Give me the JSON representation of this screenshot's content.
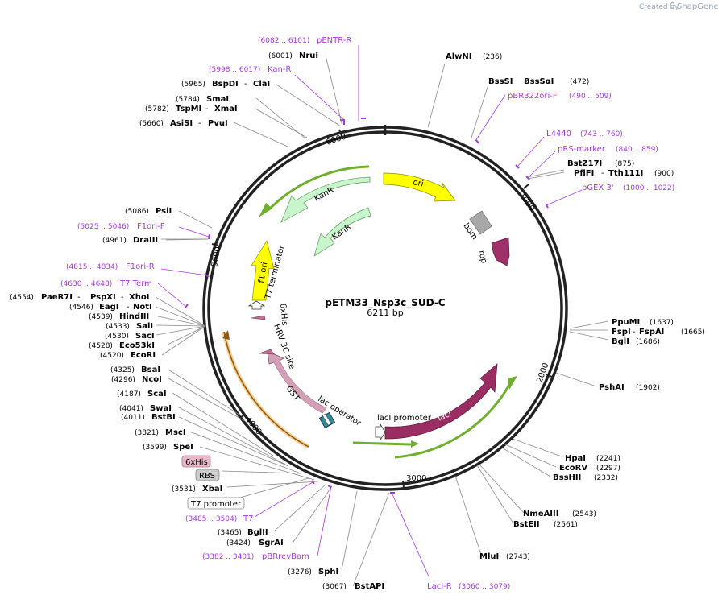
{
  "brand": {
    "created_by": "Created by",
    "app": "SnapGene"
  },
  "plasmid": {
    "name": "pETM33_Nsp3c_SUD-C",
    "size_label": "6211 bp",
    "length": 6211
  },
  "ruler_ticks": [
    {
      "pos": 1000,
      "label": "1000"
    },
    {
      "pos": 2000,
      "label": "2000"
    },
    {
      "pos": 3000,
      "label": "3000"
    },
    {
      "pos": 4000,
      "label": "4000"
    },
    {
      "pos": 5000,
      "label": "5000"
    },
    {
      "pos": 6000,
      "label": "6000"
    }
  ],
  "features": [
    {
      "name": "ori",
      "color": "#ffff00",
      "dir": "cw",
      "label": "ori"
    },
    {
      "name": "KanR",
      "color": "#c8f5cb",
      "dir": "ccw",
      "label": "KanR"
    },
    {
      "name": "KanR2",
      "color": "#c8f5cb",
      "dir": "ccw",
      "label": "KanR"
    },
    {
      "name": "f1 ori",
      "color": "#ffff00",
      "dir": "cw",
      "label": "f1 ori"
    },
    {
      "name": "bom",
      "color": "#a8a8a8",
      "label": "bom"
    },
    {
      "name": "rop",
      "color": "#a0306a",
      "label": "rop"
    },
    {
      "name": "lacI",
      "color": "#9a2e62",
      "dir": "ccw",
      "label": "lacI"
    },
    {
      "name": "lacI promoter",
      "color": "#ffffff",
      "label": "lacI promoter"
    },
    {
      "name": "GST",
      "color": "#d4a0b8",
      "label": "GST"
    },
    {
      "name": "HRV 3C site",
      "color": "#c07090",
      "label": "HRV 3C site"
    },
    {
      "name": "6xHis",
      "color": "#c07090",
      "label": "6xHis"
    },
    {
      "name": "T7 terminator",
      "color": "#ffffff",
      "label": "T7 terminator"
    },
    {
      "name": "lac operator",
      "color": "#ffffff",
      "label": "lac operator"
    }
  ],
  "sites": [
    {
      "label": "AlwNI",
      "pos": "(236)"
    },
    {
      "label": "BssSI",
      "label2": "BssSαI",
      "pos": "(472)"
    },
    {
      "label": "BstZ17I",
      "pos": "(875)"
    },
    {
      "label": "PflFI",
      "label2": "Tth111I",
      "pos": "(900)"
    },
    {
      "label": "PpuMI",
      "pos": "(1637)"
    },
    {
      "label": "FspI",
      "label2": "FspAI",
      "pos": "(1665)"
    },
    {
      "label": "BglI",
      "pos": "(1686)"
    },
    {
      "label": "PshAI",
      "pos": "(1902)"
    },
    {
      "label": "HpaI",
      "pos": "(2241)"
    },
    {
      "label": "EcoRV",
      "pos": "(2297)"
    },
    {
      "label": "BssHII",
      "pos": "(2332)"
    },
    {
      "label": "NmeAIII",
      "pos": "(2543)"
    },
    {
      "label": "BstEII",
      "pos": "(2561)"
    },
    {
      "label": "MluI",
      "pos": "(2743)"
    },
    {
      "label": "BstAPI",
      "pos": "(3067)"
    },
    {
      "label": "SphI",
      "pos": "(3276)"
    },
    {
      "label": "SgrAI",
      "pos": "(3424)"
    },
    {
      "label": "BglII",
      "pos": "(3465)"
    },
    {
      "label": "XbaI",
      "pos": "(3531)"
    },
    {
      "label": "SpeI",
      "pos": "(3599)"
    },
    {
      "label": "MscI",
      "pos": "(3821)"
    },
    {
      "label": "BstBI",
      "pos": "(4011)"
    },
    {
      "label": "SwaI",
      "pos": "(4041)"
    },
    {
      "label": "ScaI",
      "pos": "(4187)"
    },
    {
      "label": "NcoI",
      "pos": "(4296)"
    },
    {
      "label": "BsaI",
      "pos": "(4325)"
    },
    {
      "label": "EcoRI",
      "pos": "(4520)"
    },
    {
      "label": "Eco53kI",
      "pos": "(4528)"
    },
    {
      "label": "SacI",
      "pos": "(4530)"
    },
    {
      "label": "SalI",
      "pos": "(4533)"
    },
    {
      "label": "HindIII",
      "pos": "(4539)"
    },
    {
      "label": "EagI",
      "label2": "NotI",
      "pos": "(4546)"
    },
    {
      "label": "PaeR7I",
      "label2": "PspXI",
      "label3": "XhoI",
      "pos": "(4554)"
    },
    {
      "label": "DraIII",
      "pos": "(4961)"
    },
    {
      "label": "PsiI",
      "pos": "(5086)"
    },
    {
      "label": "AsiSI",
      "label2": "PvuI",
      "pos": "(5660)"
    },
    {
      "label": "TspMI",
      "label2": "XmaI",
      "pos": "(5782)"
    },
    {
      "label": "SmaI",
      "pos": "(5784)"
    },
    {
      "label": "BspDI",
      "label2": "ClaI",
      "pos": "(5965)"
    },
    {
      "label": "NruI",
      "pos": "(6001)"
    }
  ],
  "primers": [
    {
      "label": "pENTR-R",
      "range": "(6082 .. 6101)"
    },
    {
      "label": "Kan-R",
      "range": "(5998 .. 6017)"
    },
    {
      "label": "pBR322ori-F",
      "range": "(490 .. 509)"
    },
    {
      "label": "L4440",
      "range": "(743 .. 760)"
    },
    {
      "label": "pRS-marker",
      "range": "(840 .. 859)"
    },
    {
      "label": "pGEX 3'",
      "range": "(1000 .. 1022)"
    },
    {
      "label": "LacI-R",
      "range": "(3060 .. 3079)"
    },
    {
      "label": "pBRrevBam",
      "range": "(3382 .. 3401)"
    },
    {
      "label": "T7",
      "range": "(3485 .. 3504)"
    },
    {
      "label": "T7 Term",
      "range": "(4630 .. 4648)"
    },
    {
      "label": "F1ori-R",
      "range": "(4815 .. 4834)"
    },
    {
      "label": "F1ori-F",
      "range": "(5025 .. 5046)"
    }
  ],
  "boxed_labels": [
    {
      "label": "6xHis",
      "color": "#e6b8c8"
    },
    {
      "label": "RBS",
      "color": "#cccccc"
    },
    {
      "label": "T7 promoter",
      "color": "#ffffff"
    }
  ]
}
